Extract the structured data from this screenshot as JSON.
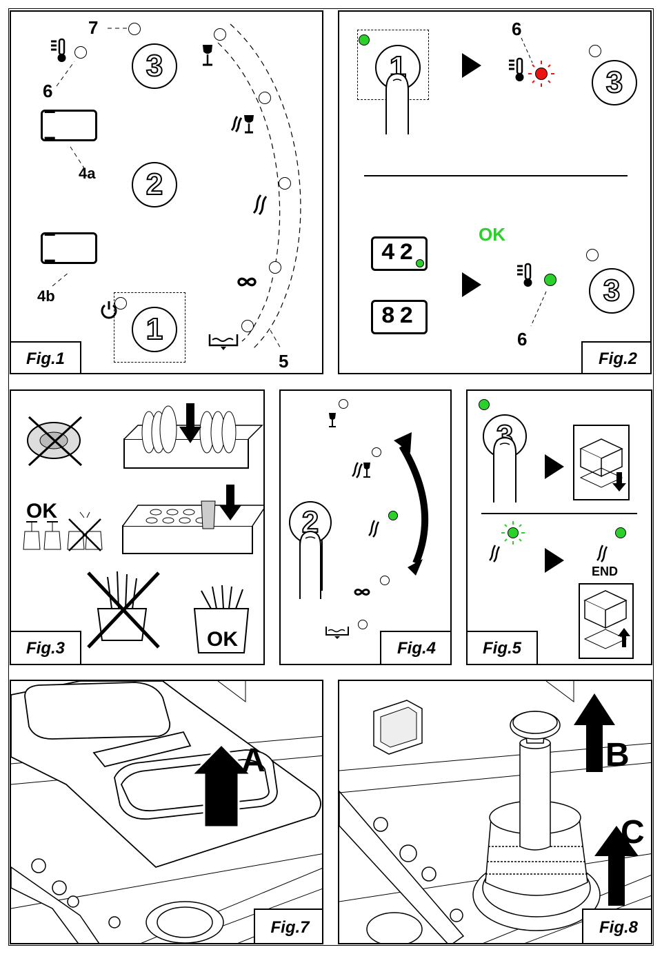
{
  "figures": {
    "fig1": {
      "label": "Fig.1",
      "callouts": [
        "7",
        "6",
        "4a",
        "4b",
        "5"
      ],
      "buttons": [
        "3",
        "2",
        "1"
      ],
      "display_4a": "– –",
      "display_4b": "– –",
      "icons": [
        "thermometer-icon",
        "power-icon",
        "wine-glass-icon",
        "cycle-short-icon",
        "cycle-medium-icon",
        "cycle-infinite-icon",
        "drain-icon"
      ]
    },
    "fig2": {
      "label": "Fig.2",
      "callout_top": "6",
      "callout_bottom": "6",
      "ok_label": "OK",
      "display_wash": "42",
      "display_rinse": "82",
      "buttons": [
        "1",
        "3",
        "3"
      ]
    },
    "fig3": {
      "label": "Fig.3",
      "ok_glasses": "OK",
      "ok_cutlery": "OK"
    },
    "fig4": {
      "label": "Fig.4",
      "button": "2"
    },
    "fig5": {
      "label": "Fig.5",
      "button": "3",
      "end_label": "END"
    },
    "fig7": {
      "label": "Fig.7",
      "arrow_label": "A"
    },
    "fig8": {
      "label": "Fig.8",
      "arrow_label_b": "B",
      "arrow_label_c": "C"
    }
  },
  "colors": {
    "led_green": "#2bd02b",
    "led_red": "#ee1111",
    "line": "#000000"
  }
}
